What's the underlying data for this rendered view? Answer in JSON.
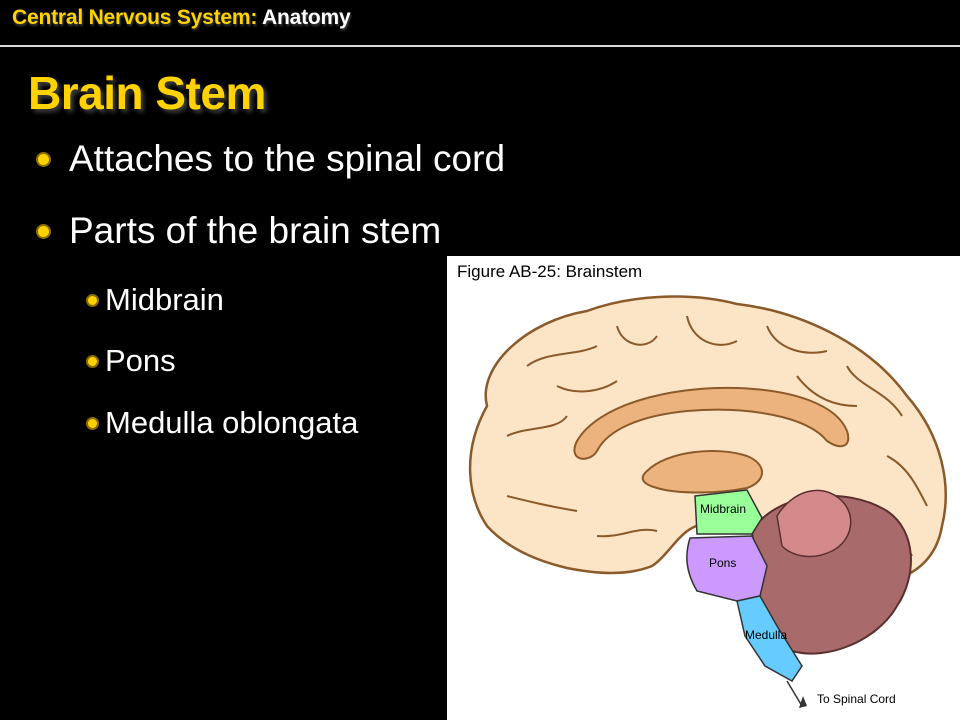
{
  "header": {
    "section": "Central Nervous System:",
    "topic": "Anatomy"
  },
  "title": "Brain Stem",
  "bullets": [
    "Attaches to the spinal cord",
    "Parts of the brain stem"
  ],
  "sub_bullets": [
    "Midbrain",
    "Pons",
    "Medulla oblongata"
  ],
  "figure": {
    "title": "Figure AB-25: Brainstem",
    "labels": {
      "midbrain": "Midbrain",
      "pons": "Pons",
      "medulla": "Medulla",
      "spinal": "To Spinal Cord"
    }
  },
  "colors": {
    "accent": "#FFD200",
    "cerebrum": "#FCE5C6",
    "corpus_callosum": "#EDB37F",
    "midbrain": "#99FF99",
    "pons": "#CC99FF",
    "medulla": "#66CCFF",
    "cerebellum": "#A86A6A"
  }
}
